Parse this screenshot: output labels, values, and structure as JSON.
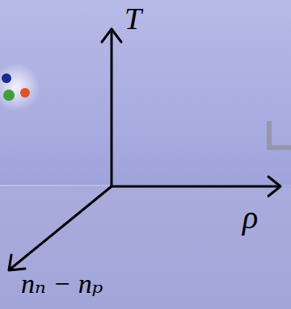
{
  "diagram": {
    "labels": [
      "T",
      "ρ",
      "nₙ − nₚ"
    ]
  }
}
